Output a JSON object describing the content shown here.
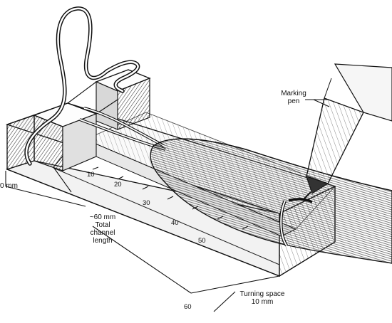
{
  "labels": {
    "marking_pen": [
      "Marking",
      "pen"
    ],
    "zero": "0 mm",
    "total_channel": [
      "~60 mm",
      "Total",
      "channel",
      "length"
    ],
    "turning_space": [
      "Turning space",
      "10 mm"
    ]
  },
  "ruler_ticks": [
    "10",
    "20",
    "30",
    "40",
    "50",
    "60"
  ],
  "colors": {
    "ink": "#111111",
    "paper": "#ffffff",
    "shade": "#777777"
  }
}
